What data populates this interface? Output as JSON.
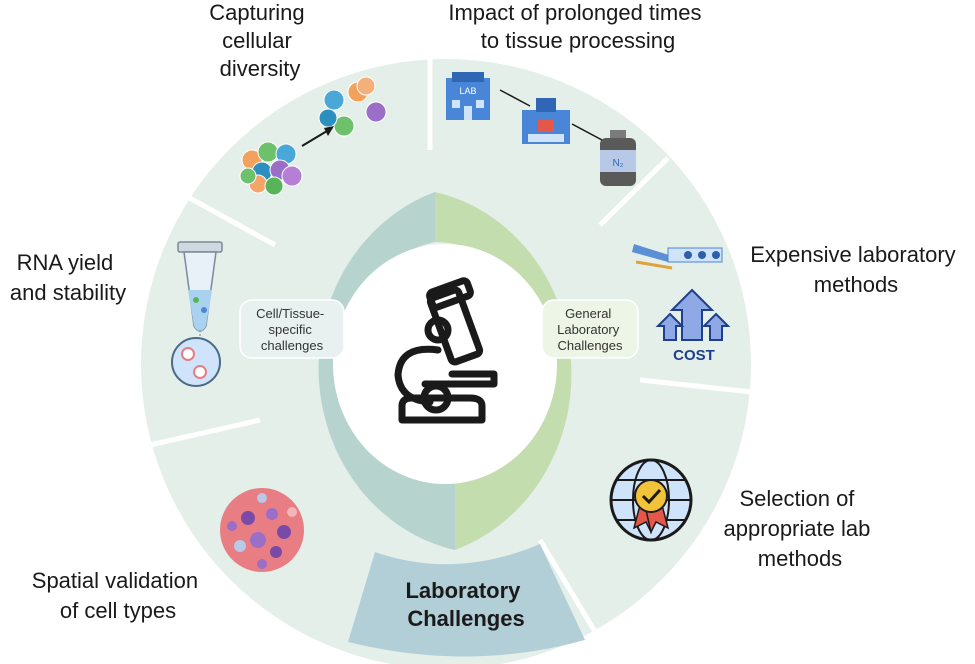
{
  "segments": {
    "capturing": [
      "Capturing",
      "cellular",
      "diversity"
    ],
    "impact": [
      "Impact of prolonged times",
      "to tissue processing"
    ],
    "expensive": [
      "Expensive laboratory",
      "methods"
    ],
    "selection": [
      "Selection of",
      "appropriate lab",
      "methods"
    ],
    "spatial": [
      "Spatial validation",
      "of cell types"
    ],
    "rna": [
      "RNA yield",
      "and stability"
    ]
  },
  "inner": {
    "left": [
      "Cell/Tissue-",
      "specific",
      "challenges"
    ],
    "right": [
      "General",
      "Laboratory",
      "Challenges"
    ]
  },
  "bottom_title": [
    "Laboratory",
    "Challenges"
  ],
  "icons": {
    "lab_sign": "LAB",
    "nitrogen": "N₂",
    "cost": "COST"
  },
  "colors": {
    "outer_ring": "#e4efea",
    "inner_left": "#b6d3ce",
    "inner_right": "#c4ddaf",
    "bottom_tab": "#b2cfd8",
    "center": "#ffffff"
  }
}
